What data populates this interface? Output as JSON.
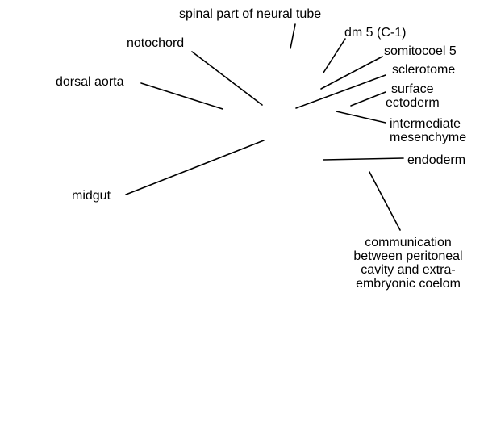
{
  "labels": {
    "spinal_part_of_neural_tube": "spinal part of neural tube",
    "notochord": "notochord",
    "dm5": "dm 5 (C-1)",
    "somitocoel5": "somitocoel 5",
    "dorsal_aorta": "dorsal aorta",
    "sclerotome": "sclerotome",
    "surface_ectoderm": [
      "surface",
      "ectoderm"
    ],
    "intermediate_mesenchyme": [
      "intermediate",
      "mesenchyme"
    ],
    "endoderm": "endoderm",
    "midgut": "midgut",
    "communication": [
      "communication",
      "between peritoneal",
      "cavity and extra-",
      "embryonic coelom"
    ]
  },
  "colors": {
    "line": "#000000",
    "text": "#000000",
    "background": "#ffffff"
  }
}
